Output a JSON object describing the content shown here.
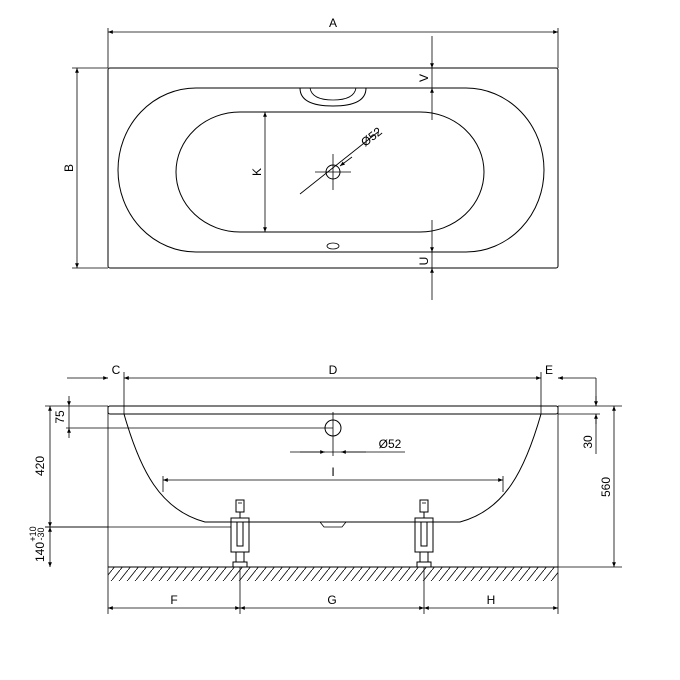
{
  "top_view": {
    "labels": {
      "overall_length": "A",
      "overall_width": "B",
      "rim_to_basin": "V",
      "basin_width": "K",
      "waste_diameter": "Ø52",
      "front_to_basin": "U"
    }
  },
  "side_view": {
    "labels": {
      "left_offset": "C",
      "inner_length": "D",
      "right_offset": "E",
      "rim_thickness": "75",
      "waste_diameter": "Ø52",
      "depth": "420",
      "rim_drop": "30",
      "height_total": "560",
      "feet_span": "I",
      "leg_height": "140",
      "leg_tolerance_plus": "+10",
      "leg_tolerance_minus": "-30",
      "foot_left": "F",
      "foot_center": "G",
      "foot_right": "H"
    }
  },
  "colors": {
    "line": "#000000",
    "background": "#ffffff"
  }
}
